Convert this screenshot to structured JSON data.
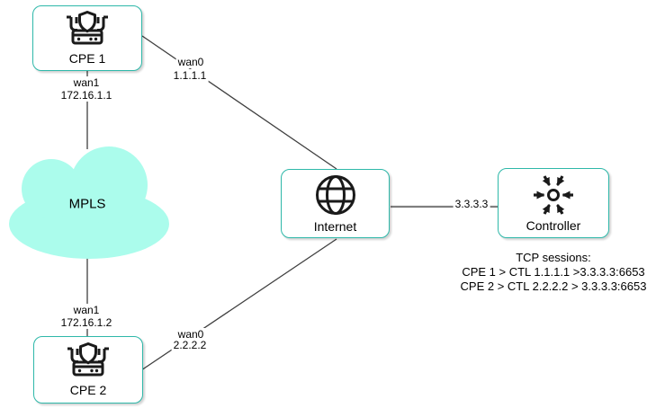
{
  "nodes": {
    "cpe1": {
      "label": "CPE 1",
      "icon": "router-shield-icon"
    },
    "cpe2": {
      "label": "CPE 2",
      "icon": "router-shield-icon"
    },
    "internet": {
      "label": "Internet",
      "icon": "globe-icon"
    },
    "controller": {
      "label": "Controller",
      "icon": "converging-arrows-icon"
    },
    "mpls_cloud": {
      "label": "MPLS",
      "icon": "cloud-shape"
    }
  },
  "edge_labels": {
    "cpe1_wan1": {
      "iface": "wan1",
      "ip": "172.16.1.1"
    },
    "cpe1_wan0": {
      "iface": "wan0",
      "ip": "1.1.1.1"
    },
    "cpe2_wan1": {
      "iface": "wan1",
      "ip": "172.16.1.2"
    },
    "cpe2_wan0": {
      "iface": "wan0",
      "ip": "2.2.2.2"
    },
    "controller_link": {
      "ip": "3.3.3.3"
    }
  },
  "annotation": {
    "title": "TCP sessions:",
    "sessions": [
      "CPE 1 > CTL 1.1.1.1 >3.3.3.3:6653",
      "CPE 2 > CTL 2.2.2.2 > 3.3.3.3:6653"
    ]
  },
  "colors": {
    "node_border": "#2eb8a9",
    "cloud_fill": "#abfcec",
    "edge_dark": "#3f3f3f",
    "edge_gray": "#7f7f7f",
    "icon_color": "#1a1a1a",
    "text_color": "#000000"
  }
}
